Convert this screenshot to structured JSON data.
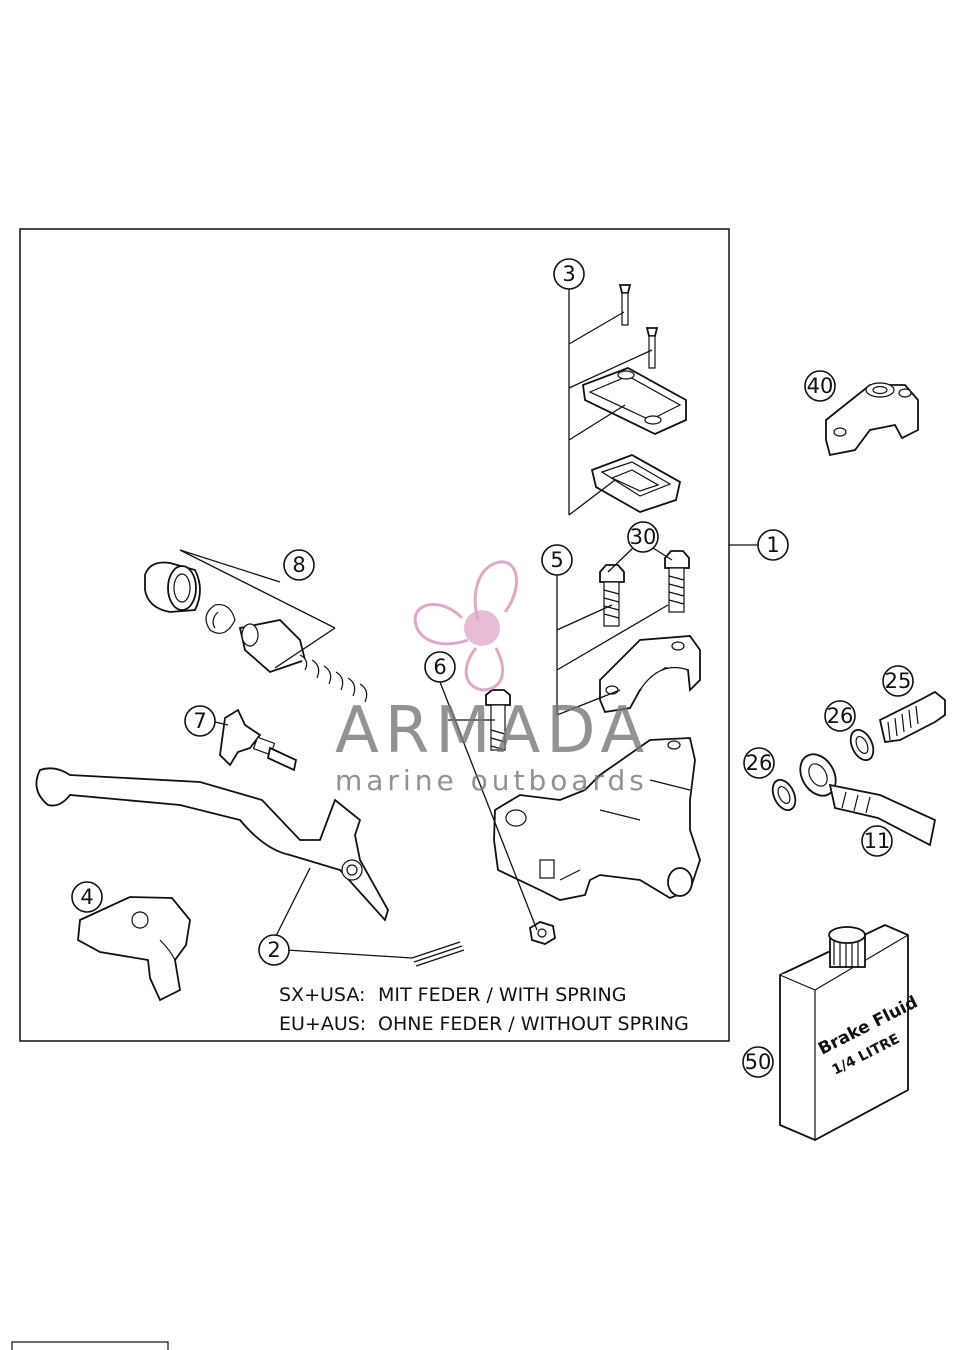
{
  "callouts": [
    {
      "id": "c1",
      "label": "1"
    },
    {
      "id": "c2",
      "label": "2"
    },
    {
      "id": "c3",
      "label": "3"
    },
    {
      "id": "c4",
      "label": "4"
    },
    {
      "id": "c5",
      "label": "5"
    },
    {
      "id": "c6",
      "label": "6"
    },
    {
      "id": "c7",
      "label": "7"
    },
    {
      "id": "c8",
      "label": "8"
    },
    {
      "id": "c11",
      "label": "11"
    },
    {
      "id": "c25",
      "label": "25"
    },
    {
      "id": "c26a",
      "label": "26"
    },
    {
      "id": "c26b",
      "label": "26"
    },
    {
      "id": "c30",
      "label": "30"
    },
    {
      "id": "c40",
      "label": "40"
    },
    {
      "id": "c50",
      "label": "50"
    }
  ],
  "notes": {
    "line1_region": "SX+USA:",
    "line1_text": "MIT FEDER / WITH SPRING",
    "line2_region": "EU+AUS:",
    "line2_text": "OHNE FEDER / WITHOUT SPRING"
  },
  "watermark": {
    "title": "ARMADA",
    "subtitle": "marine outboards",
    "color": "#e2a6c8"
  },
  "brake_fluid": {
    "line1": "Brake Fluid",
    "line2": "1/4 LITRE"
  },
  "footer": {
    "code": ""
  }
}
